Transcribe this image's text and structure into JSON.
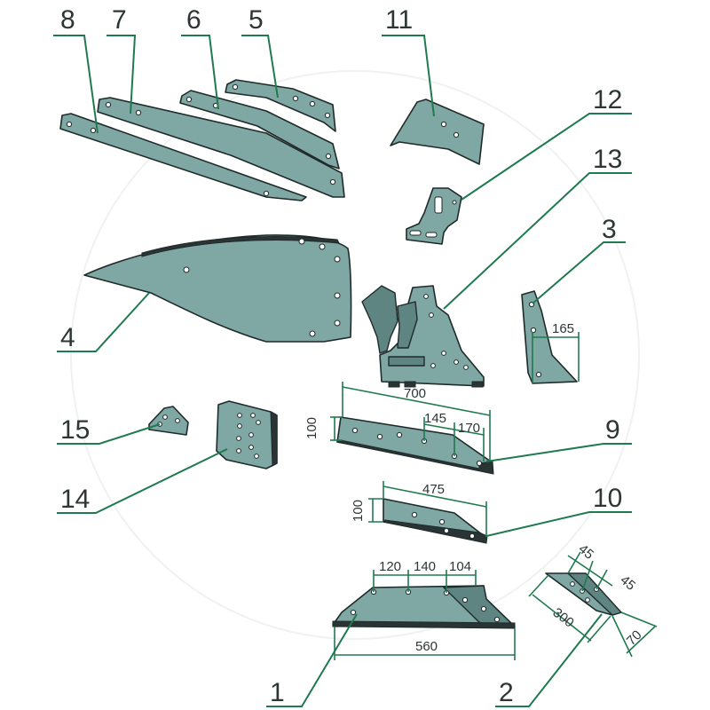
{
  "diagram": {
    "accent_color": "#1f7a50",
    "part_color": "#7fa7a3",
    "callouts": {
      "c1": "1",
      "c2": "2",
      "c3": "3",
      "c4": "4",
      "c5": "5",
      "c6": "6",
      "c7": "7",
      "c8": "8",
      "c9": "9",
      "c10": "10",
      "c11": "11",
      "c12": "12",
      "c13": "13",
      "c14": "14",
      "c15": "15"
    },
    "dimensions": {
      "p9_width": "700",
      "p9_height": "100",
      "p9_hole_145": "145",
      "p9_hole_170": "170",
      "p10_width": "475",
      "p10_height": "100",
      "p3_width": "165",
      "p1_width": "560",
      "p1_hole_120": "120",
      "p1_hole_140": "140",
      "p1_hole_104": "104",
      "p2_length": "300",
      "p2_width": "70",
      "p2_hole_45a": "45",
      "p2_hole_45b": "45"
    }
  }
}
